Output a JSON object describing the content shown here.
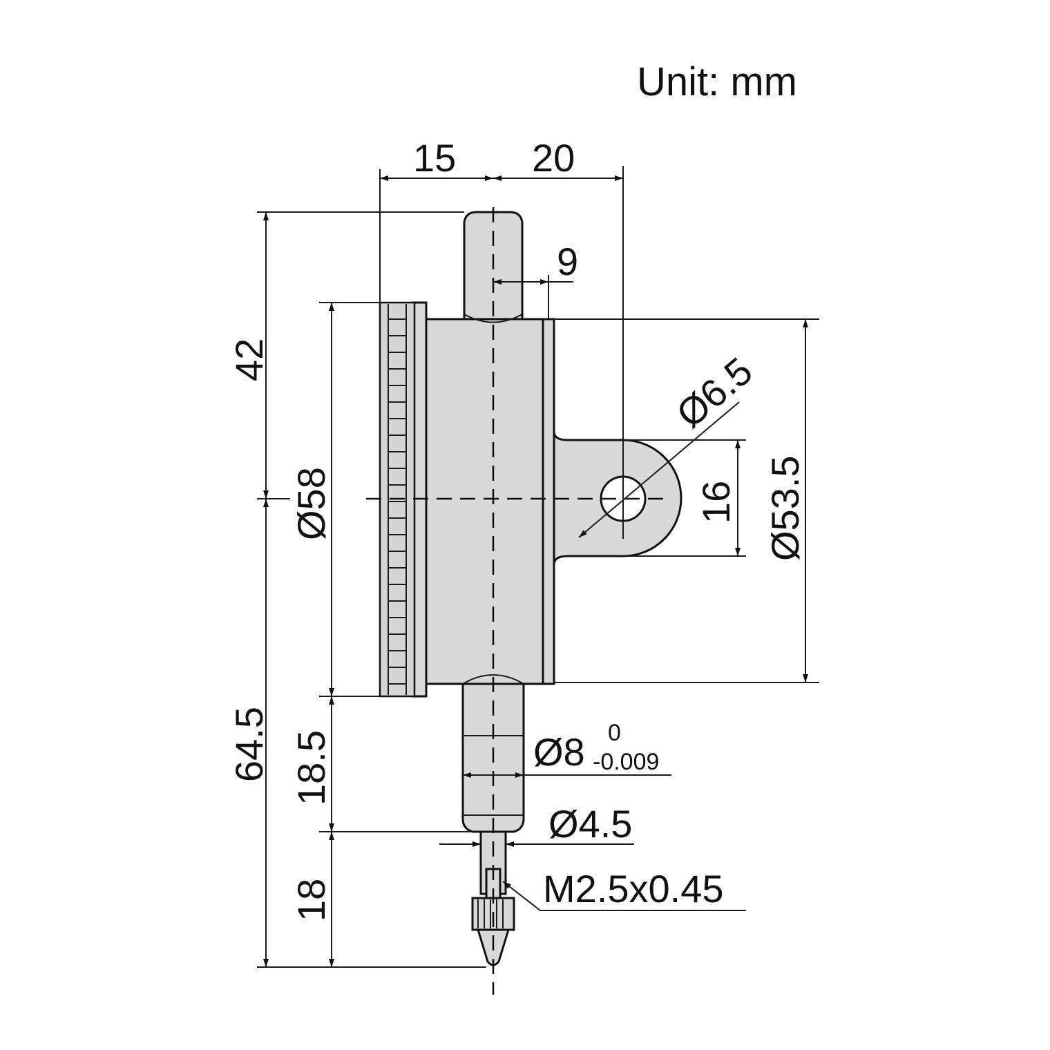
{
  "unit_label": "Unit: mm",
  "dimensions": {
    "width_left": "15",
    "width_right": "20",
    "stem_offset": "9",
    "lug_hole": "Ø6.5",
    "lug_height": "16",
    "back_diameter": "Ø53.5",
    "bezel_diameter": "Ø58",
    "height_top": "42",
    "height_bottom": "64.5",
    "stem_length": "18.5",
    "tip_length": "18",
    "stem_diameter": "Ø8",
    "stem_tol_upper": "0",
    "stem_tol_lower": "-0.009",
    "tip_diameter": "Ø4.5",
    "thread": "M2.5x0.45"
  }
}
